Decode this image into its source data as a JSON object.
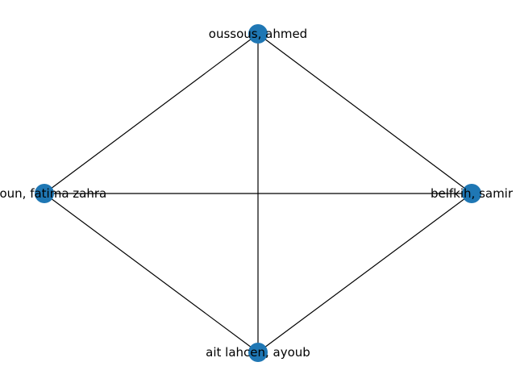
{
  "graph": {
    "node_color": "#1f77b4",
    "edge_color": "#000000",
    "nodes": [
      {
        "id": "n1",
        "label": "oussous, ahmed"
      },
      {
        "id": "n2",
        "label": "belfkih, samir"
      },
      {
        "id": "n3",
        "label": "lalloun, fatima zahra"
      },
      {
        "id": "n4",
        "label": "ait lahcen, ayoub"
      }
    ],
    "edges": [
      {
        "source": "n1",
        "target": "n3"
      },
      {
        "source": "n1",
        "target": "n2"
      },
      {
        "source": "n1",
        "target": "n4"
      },
      {
        "source": "n3",
        "target": "n2"
      },
      {
        "source": "n3",
        "target": "n4"
      },
      {
        "source": "n2",
        "target": "n4"
      }
    ]
  }
}
